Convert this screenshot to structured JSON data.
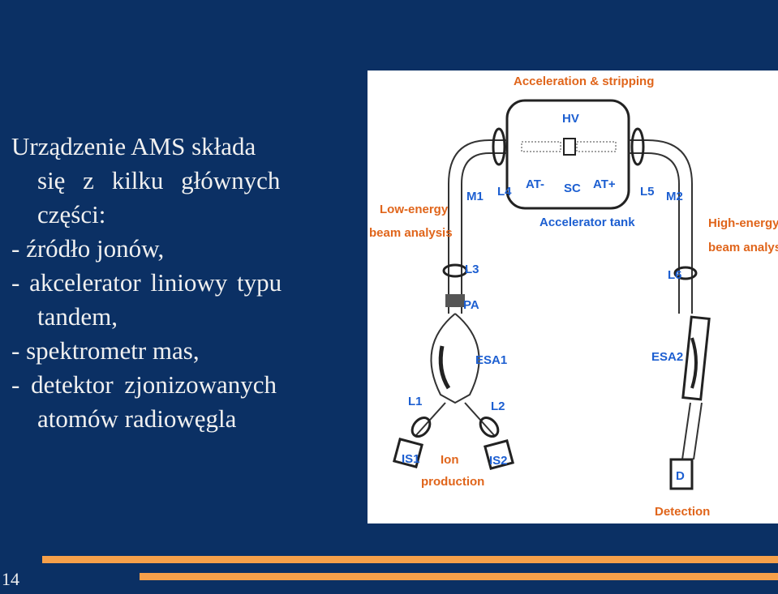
{
  "slide": {
    "text_lines": [
      "Urządzenie AMS składa",
      "się z kilku głównych",
      "części:",
      "- źródło jonów,",
      "- akcelerator liniowy typu",
      "tandem,",
      "- spektrometr mas,",
      "- detektor zjonizowanych",
      "atomów radiowęgla"
    ],
    "page_number": "14"
  },
  "diagram": {
    "title_top": "Acceleration & stripping",
    "hv": "HV",
    "at_minus": "AT-",
    "sc": "SC",
    "at_plus": "AT+",
    "accelerator_tank": "Accelerator tank",
    "m1": "M1",
    "l4": "L4",
    "l5": "L5",
    "m2": "M2",
    "low_energy_1": "Low-energy",
    "low_energy_2": "beam analysis",
    "high_energy_1": "High-energy",
    "high_energy_2": "beam analysis",
    "l3": "L3",
    "pa": "PA",
    "l6": "L6",
    "esa1": "ESA1",
    "esa2": "ESA2",
    "l1": "L1",
    "l2": "L2",
    "is1": "IS1",
    "is2": "IS2",
    "ion_1": "Ion",
    "ion_2": "production",
    "d": "D",
    "detection": "Detection"
  },
  "colors": {
    "background": "#0b3064",
    "accent_bar": "#f6a04a",
    "text": "#f0f0f0",
    "diagram_orange": "#e0651b",
    "diagram_blue": "#1d5fd1"
  }
}
